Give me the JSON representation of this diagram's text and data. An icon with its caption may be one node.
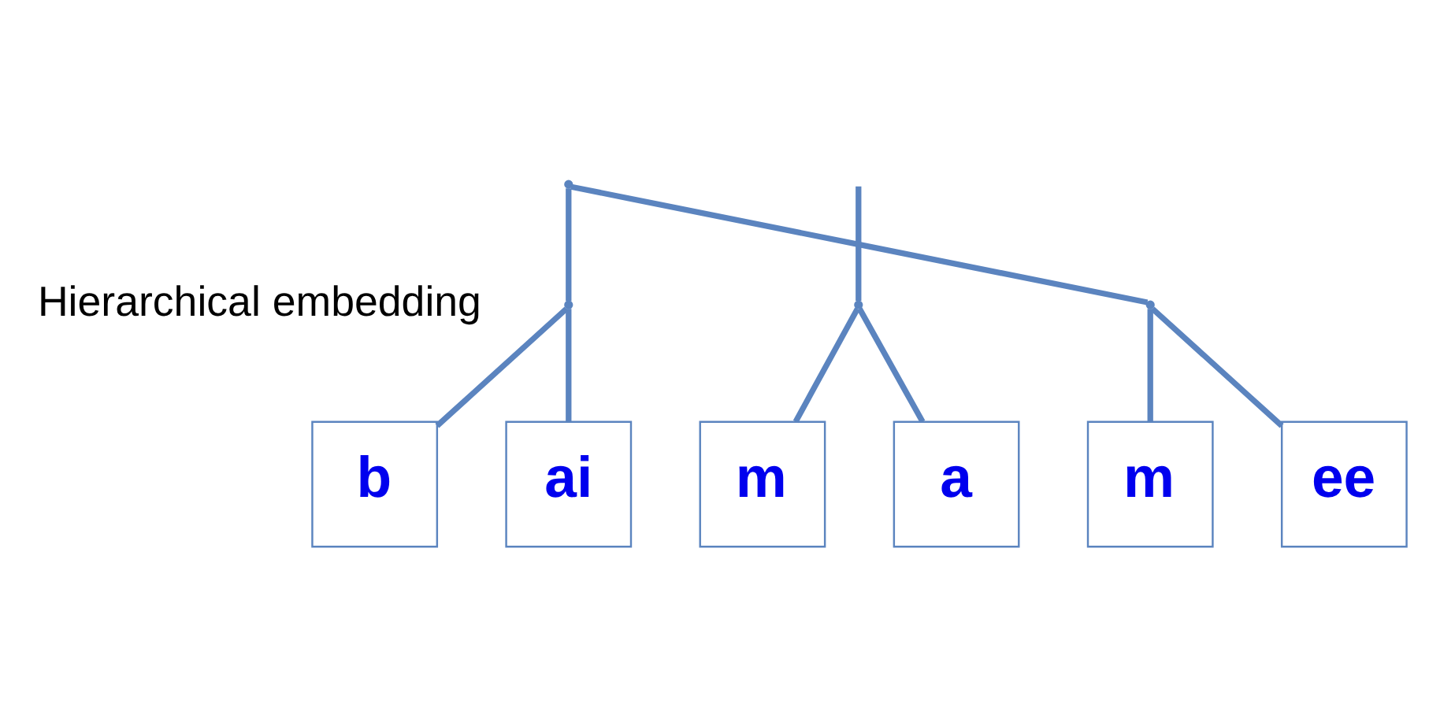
{
  "diagram": {
    "nodes": [
      {
        "text": [],
        "shape": "point"
      },
      {
        "text": [],
        "shape": "point"
      },
      {
        "text": [],
        "shape": "point"
      },
      {
        "text": [],
        "shape": "point"
      },
      {
        "text": [
          "b"
        ]
      },
      {
        "text": [
          "ai"
        ]
      },
      {
        "text": [
          "m"
        ]
      },
      {
        "text": [
          "a"
        ]
      },
      {
        "text": [
          "m"
        ]
      },
      {
        "text": [
          "ee"
        ]
      }
    ],
    "edges": [
      {
        "from": 0,
        "to": 1,
        "arrow": "none"
      },
      {
        "from": 1,
        "to": 4,
        "arrow": "none"
      },
      {
        "from": 1,
        "to": 5,
        "arrow": "none"
      },
      {
        "from": null,
        "to": 2,
        "arrow": "none"
      },
      {
        "from": 2,
        "to": 6,
        "arrow": "none"
      },
      {
        "from": 2,
        "to": 7,
        "arrow": "none"
      },
      {
        "from": 0,
        "to": 3,
        "arrow": "none"
      },
      {
        "from": 3,
        "to": 8,
        "arrow": "none"
      },
      {
        "from": 3,
        "to": 9,
        "arrow": "none"
      }
    ],
    "labels": [
      "Hierarchical embedding"
    ]
  }
}
